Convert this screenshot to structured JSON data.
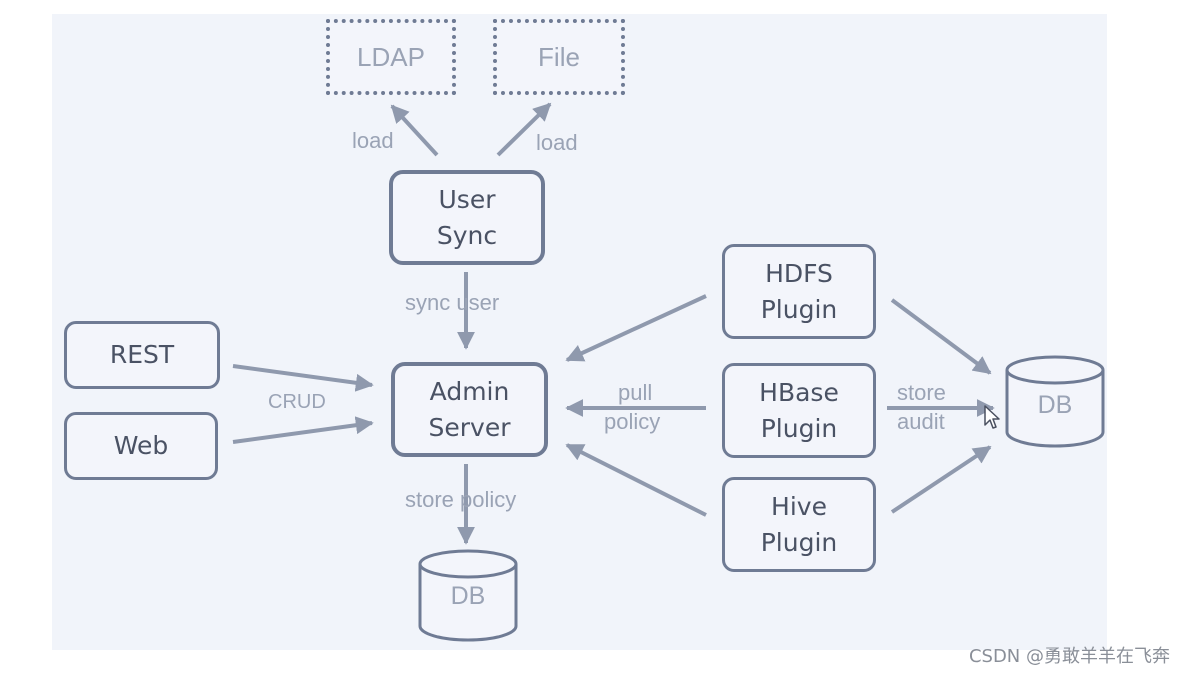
{
  "diagram": {
    "ldap": "LDAP",
    "file": "File",
    "load_left": "load",
    "load_right": "load",
    "user_sync": [
      "User",
      "Sync"
    ],
    "sync_user": "sync user",
    "rest": "REST",
    "web": "Web",
    "crud": "CRUD",
    "admin_server": [
      "Admin",
      "Server"
    ],
    "store_policy": "store policy",
    "db_bottom": "DB",
    "pull_policy": [
      "pull",
      "policy"
    ],
    "hdfs_plugin": [
      "HDFS",
      "Plugin"
    ],
    "hbase_plugin": [
      "HBase",
      "Plugin"
    ],
    "hive_plugin": [
      "Hive",
      "Plugin"
    ],
    "store_audit": [
      "store",
      "audit"
    ],
    "db_right": "DB"
  },
  "watermark": "CSDN @勇敢羊羊在飞奔",
  "colors": {
    "stroke": "#6f7b94",
    "arrow": "#8f99ad",
    "label": "#9aa3b5",
    "background": "#f1f4fa"
  }
}
